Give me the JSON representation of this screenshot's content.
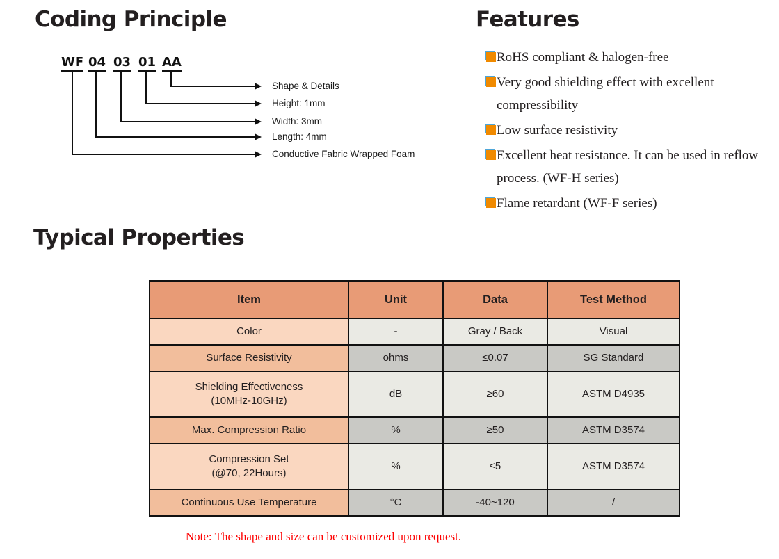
{
  "sections": {
    "coding_title": "Coding Principle",
    "features_title": "Features",
    "typical_title": "Typical Properties"
  },
  "coding": {
    "tokens": [
      "WF",
      "04",
      "03",
      "01",
      "AA"
    ],
    "labels": [
      "Shape & Details",
      "Height: 1mm",
      "Width: 3mm",
      "Length: 4mm",
      "Conductive Fabric Wrapped Foam"
    ]
  },
  "features": {
    "bullet_color": "#f08a00",
    "bullet_shadow_color": "#4ea6d8",
    "items": [
      "RoHS compliant & halogen-free",
      "Very good shielding effect with excellent compressibility",
      "Low surface resistivity",
      "Excellent heat resistance. It can be used in reflow process. (WF-H series)",
      "Flame retardant (WF-F series)"
    ]
  },
  "table": {
    "header_color": "#e89b76",
    "headers": [
      "Item",
      "Unit",
      "Data",
      "Test Method"
    ],
    "rows": [
      {
        "item": "Color",
        "unit": "-",
        "data": "Gray / Back",
        "method": "Visual"
      },
      {
        "item": "Surface Resistivity",
        "unit": "ohms",
        "data": "≤0.07",
        "method": "SG Standard"
      },
      {
        "item": "Shielding Effectiveness\n(10MHz-10GHz)",
        "unit": "dB",
        "data": "≥60",
        "method": "ASTM D4935"
      },
      {
        "item": "Max. Compression Ratio",
        "unit": "%",
        "data": "≥50",
        "method": "ASTM D3574"
      },
      {
        "item": "Compression Set\n(@70, 22Hours)",
        "unit": "%",
        "data": "≤5",
        "method": "ASTM D3574"
      },
      {
        "item": "Continuous Use Temperature",
        "unit": "°C",
        "data": "-40~120",
        "method": "/"
      }
    ]
  },
  "note": {
    "text": "Note: The shape and size can be customized upon request.",
    "color": "#fe0000"
  }
}
